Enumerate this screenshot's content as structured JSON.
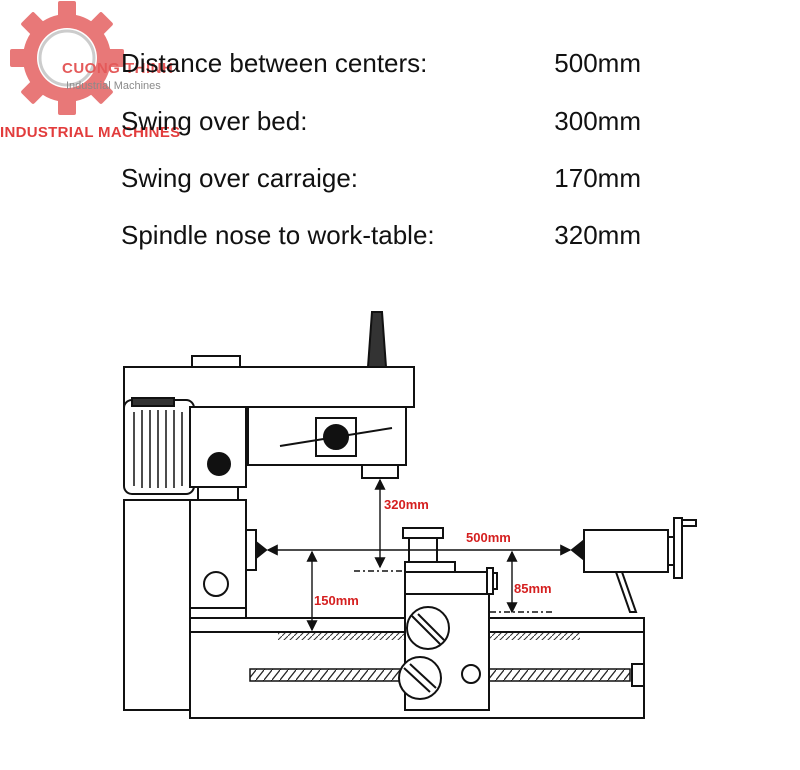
{
  "specs": [
    {
      "label": "Distance between centers:",
      "value": "500mm"
    },
    {
      "label": "Swing over bed:",
      "value": "300mm"
    },
    {
      "label": "Swing over carraige:",
      "value": "170mm"
    },
    {
      "label": "Spindle nose to work-table:",
      "value": "320mm"
    }
  ],
  "logo": {
    "brand": "CUONG THINH",
    "subtitle": "Industrial Machines",
    "company": "INDUSTRIAL MACHINES"
  },
  "dimensions": {
    "spindle_to_table": "320mm",
    "between_centers": "500mm",
    "carriage_height": "85mm",
    "center_height": "150mm"
  },
  "colors": {
    "logo_red": "#e45a5a",
    "dimension_red": "#d51f1f",
    "line": "#111111"
  }
}
